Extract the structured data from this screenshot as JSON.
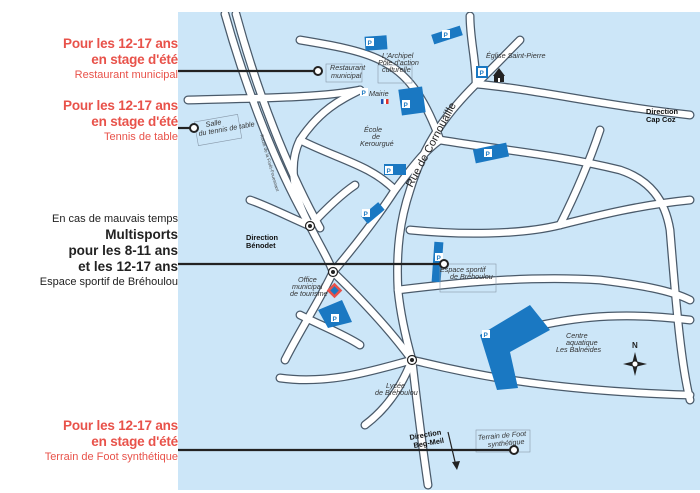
{
  "callouts": {
    "restaurant": {
      "line1": "Pour les 12-17 ans",
      "line2": "en stage d'été",
      "sub": "Restaurant municipal"
    },
    "tennis": {
      "line1": "Pour les 12-17 ans",
      "line2": "en stage d'été",
      "sub": "Tennis de table"
    },
    "sport": {
      "pre": "En cas de mauvais temps",
      "line1": "Multisports",
      "line2": "pour les 8-11 ans",
      "line3": "et les 12-17 ans",
      "sub": "Espace sportif de Bréhoulou"
    },
    "foot": {
      "line1": "Pour les 12-17 ans",
      "line2": "en stage d'été",
      "sub": "Terrain de Foot synthétique"
    }
  },
  "map": {
    "restaurant_label": [
      "Restaurant",
      "municipal"
    ],
    "archipel_label": [
      "L'Archipel",
      "Pôle d'action",
      "culturelle"
    ],
    "eglise_label": "Église Saint-Pierre",
    "mairie_label": "Mairie",
    "salle_label": [
      "Salle",
      "du tennis de table"
    ],
    "ecole_label": [
      "École",
      "de",
      "Kerourgué"
    ],
    "cap_coz": [
      "Direction",
      "Cap Coz"
    ],
    "benodet": [
      "Direction",
      "Bénodet"
    ],
    "rue_cornouaille": "Rue de Cornouaille",
    "espace_label": [
      "Espace sportif",
      "de Bréhoulou"
    ],
    "office_label": [
      "Office",
      "municipal",
      "de tourisme"
    ],
    "centre_label": [
      "Centre",
      "aquatique",
      "Les Balnéides"
    ],
    "lycee_label": [
      "Lycée",
      "de Bréhoulou"
    ],
    "beg_meil": [
      "Direction",
      "Beg-Meil"
    ],
    "foot_label": [
      "Terrain de Foot",
      "synthétique"
    ],
    "road_small": "Route de la Forêt-Fouesnant",
    "parking_letter": "P",
    "compass_letter": "N"
  },
  "colors": {
    "map_bg": "#cce6f8",
    "road": "#ffffff",
    "road_edge": "#4a5a6a",
    "parking": "#1a78c2",
    "accent": "#e8524a",
    "line": "#222222"
  }
}
